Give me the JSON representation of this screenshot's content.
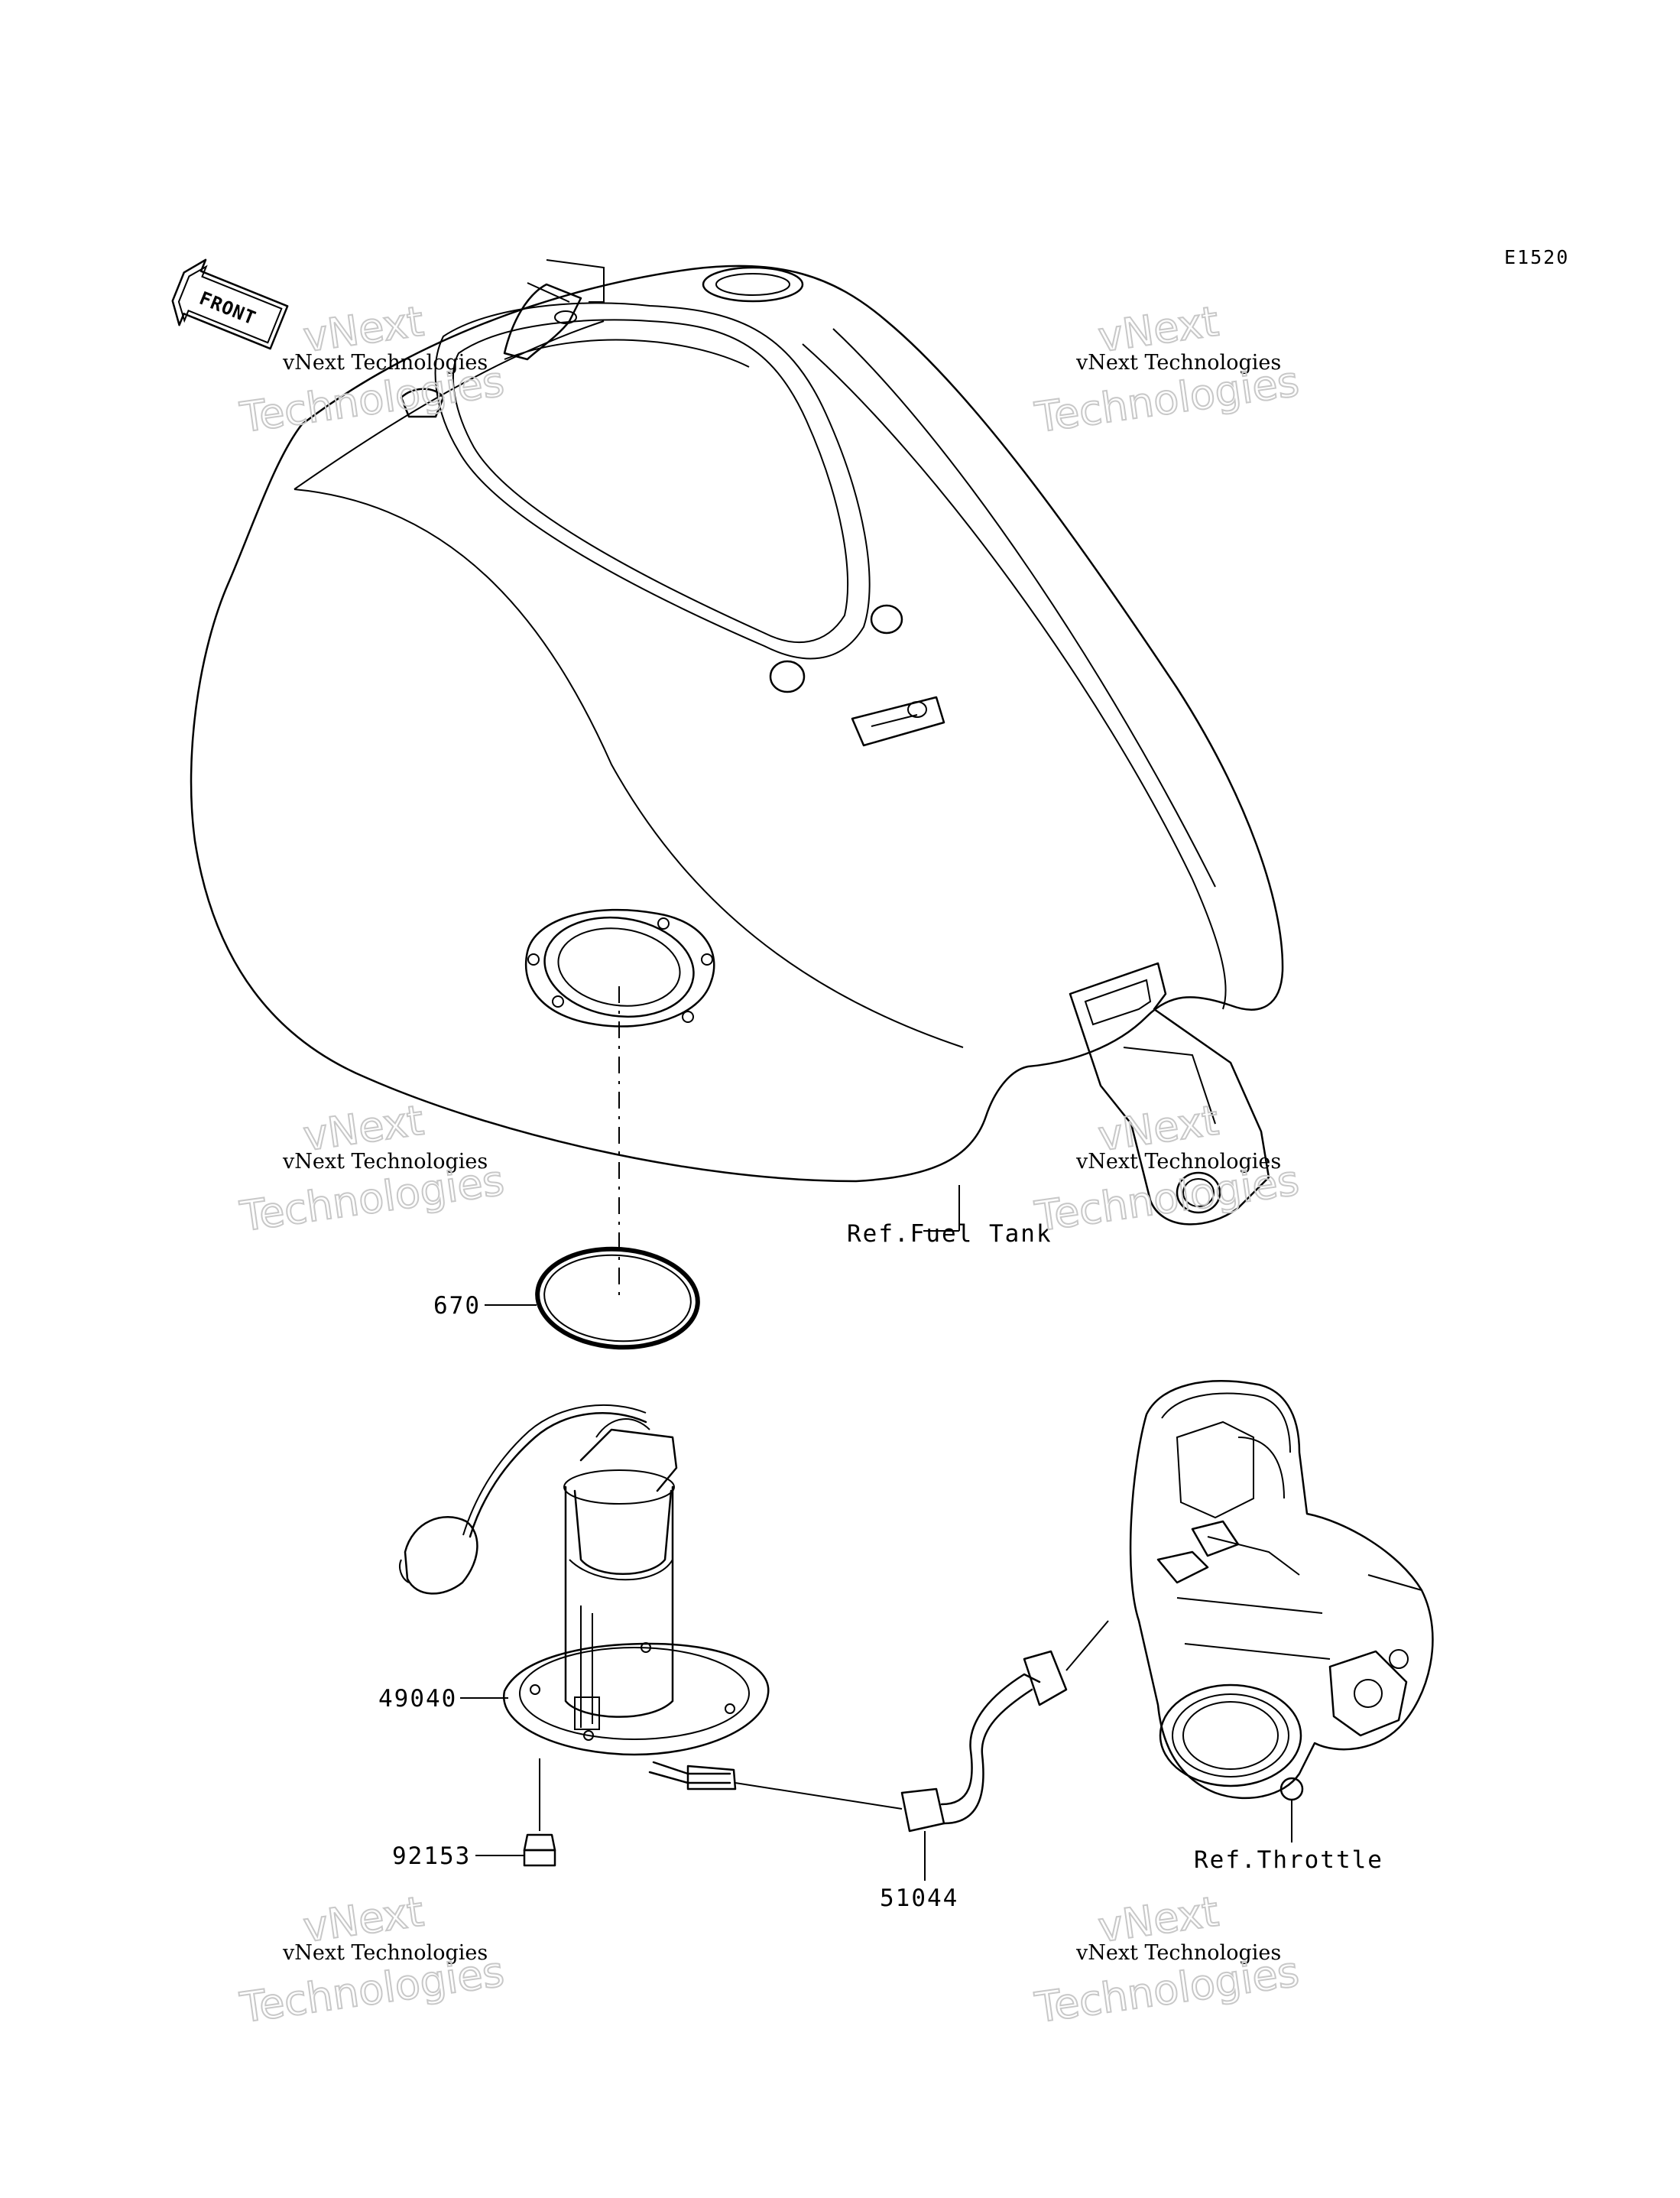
{
  "diagram": {
    "code": "E1520",
    "front_label": "FRONT",
    "callouts": {
      "ref_fuel_tank": "Ref.Fuel Tank",
      "part_670": "670",
      "part_49040": "49040",
      "part_92153": "92153",
      "part_51044": "51044",
      "ref_throttle": "Ref.Throttle"
    },
    "watermark": {
      "line1": "vNext Technologies",
      "brand_top": "vNext",
      "brand_bottom": "Technologies"
    }
  }
}
